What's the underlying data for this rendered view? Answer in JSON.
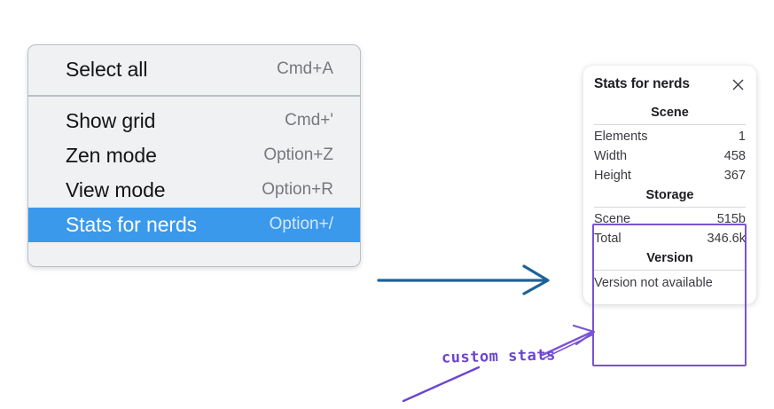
{
  "menu": {
    "groups": [
      {
        "items": [
          {
            "label": "Select all",
            "shortcut": "Cmd+A",
            "selected": false
          }
        ]
      },
      {
        "items": [
          {
            "label": "Show grid",
            "shortcut": "Cmd+'",
            "selected": false
          },
          {
            "label": "Zen mode",
            "shortcut": "Option+Z",
            "selected": false
          },
          {
            "label": "View mode",
            "shortcut": "Option+R",
            "selected": false
          },
          {
            "label": "Stats for nerds",
            "shortcut": "Option+/",
            "selected": true
          }
        ]
      }
    ],
    "selected_bg": "#3b99ec"
  },
  "stats_panel": {
    "title": "Stats for nerds",
    "close_icon": "close-icon",
    "sections": [
      {
        "title": "Scene",
        "rows": [
          {
            "key": "Elements",
            "value": "1"
          },
          {
            "key": "Width",
            "value": "458"
          },
          {
            "key": "Height",
            "value": "367"
          }
        ]
      },
      {
        "title": "Storage",
        "rows": [
          {
            "key": "Scene",
            "value": "515b"
          },
          {
            "key": "Total",
            "value": "346.6k"
          }
        ]
      },
      {
        "title": "Version",
        "note": "Version not available"
      }
    ]
  },
  "annotations": {
    "highlight_color": "#7a52d6",
    "arrow_color": "#1f6298",
    "custom_stats_label": "custom stats"
  }
}
